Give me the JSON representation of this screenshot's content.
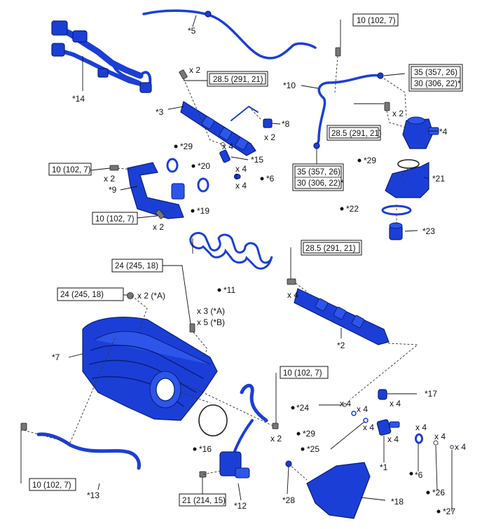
{
  "parts": [
    {
      "id": "p1",
      "text": "*1"
    },
    {
      "id": "p2",
      "text": "*2"
    },
    {
      "id": "p3",
      "text": "*3"
    },
    {
      "id": "p4",
      "text": "*4"
    },
    {
      "id": "p5",
      "text": "*5"
    },
    {
      "id": "p6a",
      "text": "*6"
    },
    {
      "id": "p6b",
      "text": "*6"
    },
    {
      "id": "p7",
      "text": "*7"
    },
    {
      "id": "p8",
      "text": "*8"
    },
    {
      "id": "p9",
      "text": "*9"
    },
    {
      "id": "p10",
      "text": "*10"
    },
    {
      "id": "p11",
      "text": "*11"
    },
    {
      "id": "p12",
      "text": "*12"
    },
    {
      "id": "p13",
      "text": "*13"
    },
    {
      "id": "p14",
      "text": "*14"
    },
    {
      "id": "p15",
      "text": "*15"
    },
    {
      "id": "p16",
      "text": "*16"
    },
    {
      "id": "p17",
      "text": "*17"
    },
    {
      "id": "p18",
      "text": "*18"
    },
    {
      "id": "p19",
      "text": "*19"
    },
    {
      "id": "p20",
      "text": "*20"
    },
    {
      "id": "p21",
      "text": "*21"
    },
    {
      "id": "p22",
      "text": "*22"
    },
    {
      "id": "p23",
      "text": "*23"
    },
    {
      "id": "p24",
      "text": "*24"
    },
    {
      "id": "p25",
      "text": "*25"
    },
    {
      "id": "p26",
      "text": "*26"
    },
    {
      "id": "p27",
      "text": "*27"
    },
    {
      "id": "p28",
      "text": "*28"
    },
    {
      "id": "p29a",
      "text": "*29"
    },
    {
      "id": "p29b",
      "text": "*29"
    },
    {
      "id": "p29c",
      "text": "*29"
    }
  ],
  "torques": [
    {
      "id": "t1",
      "text": "10 (102, 7)"
    },
    {
      "id": "t2",
      "text": "28.5 (291, 21)"
    },
    {
      "id": "t3a",
      "text": "35 (357, 26)"
    },
    {
      "id": "t3b",
      "text": "30 (306, 22)*"
    },
    {
      "id": "t4",
      "text": "28.5 (291, 21)"
    },
    {
      "id": "t5",
      "text": "10 (102, 7)"
    },
    {
      "id": "t6a",
      "text": "35 (357, 26)"
    },
    {
      "id": "t6b",
      "text": "30 (306, 22)*"
    },
    {
      "id": "t7",
      "text": "10 (102, 7)"
    },
    {
      "id": "t8",
      "text": "28.5 (291, 21)"
    },
    {
      "id": "t9",
      "text": "24 (245, 18)"
    },
    {
      "id": "t10",
      "text": "24 (245, 18)"
    },
    {
      "id": "t11",
      "text": "10 (102, 7)"
    },
    {
      "id": "t12",
      "text": "10 (102, 7)"
    },
    {
      "id": "t13",
      "text": "21 (214, 15)"
    }
  ],
  "quantities": [
    {
      "id": "q1",
      "text": "x 2"
    },
    {
      "id": "q2",
      "text": "x 2"
    },
    {
      "id": "q3",
      "text": "x 2"
    },
    {
      "id": "q4",
      "text": "x 4"
    },
    {
      "id": "q5",
      "text": "x 4"
    },
    {
      "id": "q6",
      "text": "x 4"
    },
    {
      "id": "q7",
      "text": "x 2"
    },
    {
      "id": "q8",
      "text": "x 2"
    },
    {
      "id": "q9",
      "text": "x 2 (*A)"
    },
    {
      "id": "q10",
      "text": "x 3 (*A)"
    },
    {
      "id": "q11",
      "text": "x 5 (*B)"
    },
    {
      "id": "q12",
      "text": "x 4"
    },
    {
      "id": "q13",
      "text": "x 2"
    },
    {
      "id": "q14",
      "text": "x 4"
    },
    {
      "id": "q15",
      "text": "x 4"
    },
    {
      "id": "q16",
      "text": "x 4"
    },
    {
      "id": "q17",
      "text": "x 4"
    },
    {
      "id": "q18",
      "text": "x 4"
    },
    {
      "id": "q19",
      "text": "x 4"
    },
    {
      "id": "q20",
      "text": "x 4"
    },
    {
      "id": "q21",
      "text": "x 4"
    }
  ],
  "colors": {
    "part": "#1b3fd6",
    "outline": "#0a1f7a",
    "text": "#111111"
  }
}
